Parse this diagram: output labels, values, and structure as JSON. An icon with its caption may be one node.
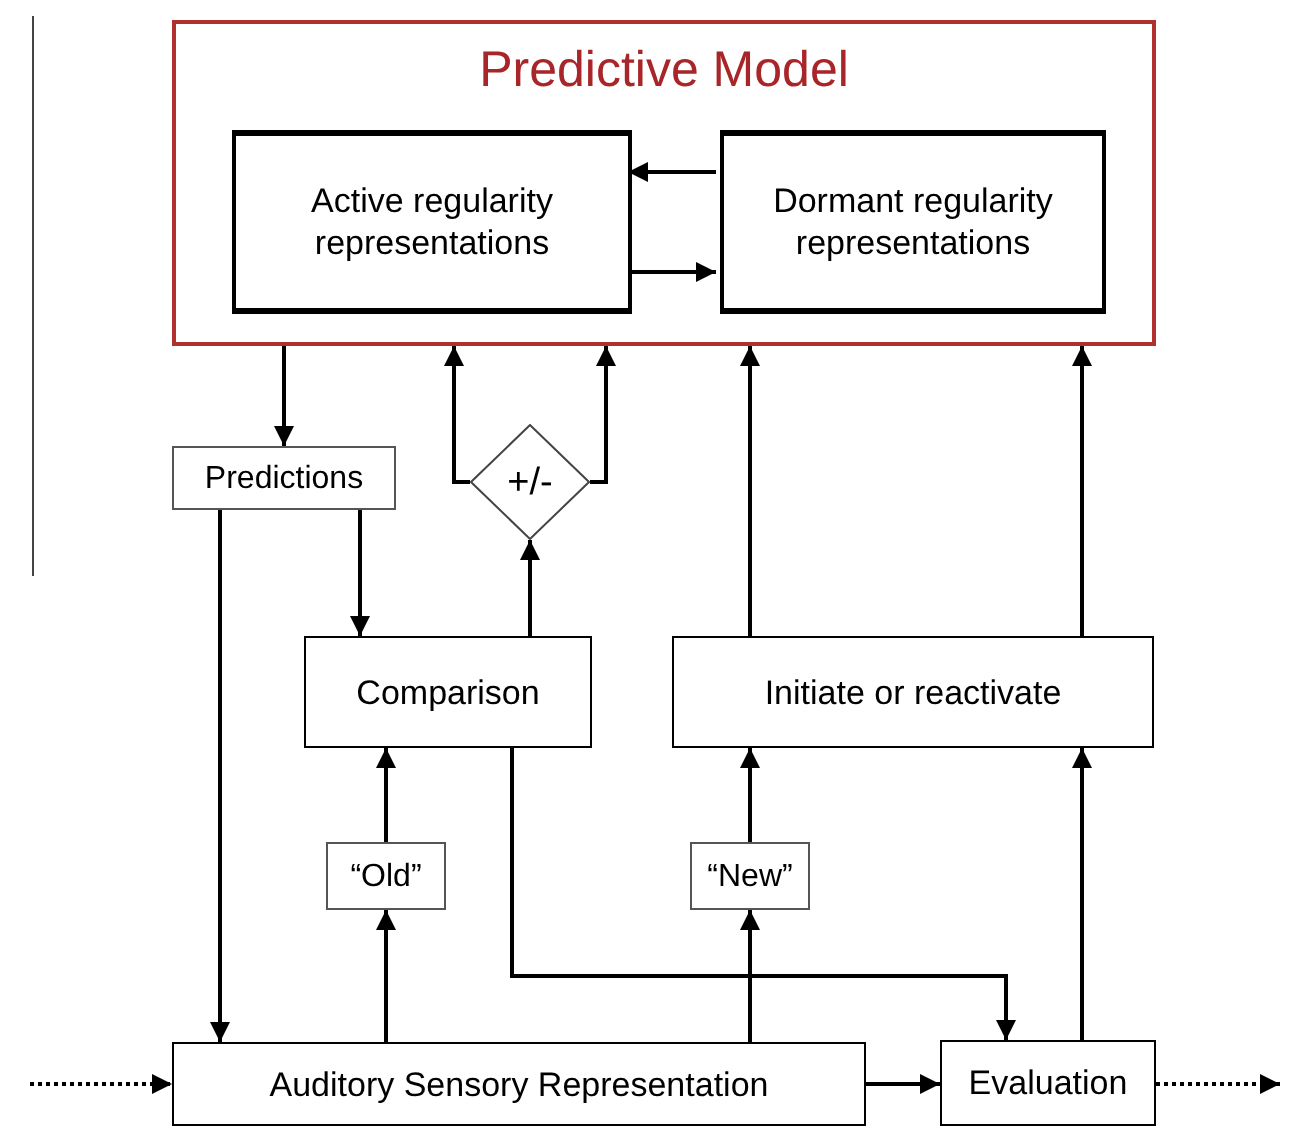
{
  "diagram": {
    "nodes": [
      {
        "text": [
          "Predictive Model"
        ]
      },
      {
        "text": [
          "Active regularity representations"
        ],
        "in": 0
      },
      {
        "text": [
          "Dormant regularity representations"
        ],
        "in": 0
      },
      {
        "text": [
          "Predictions"
        ]
      },
      {
        "text": [
          "+/-"
        ]
      },
      {
        "text": [
          "Comparison"
        ]
      },
      {
        "text": [
          "Initiate or reactivate"
        ]
      },
      {
        "text": [
          "“Old”"
        ]
      },
      {
        "text": [
          "“New”"
        ]
      },
      {
        "text": [
          "Auditory Sensory Representation"
        ]
      },
      {
        "text": [
          "Evaluation"
        ]
      }
    ],
    "edges": [
      {
        "from": 2,
        "to": 1,
        "arrow": "to"
      },
      {
        "from": 1,
        "to": 2,
        "arrow": "to"
      },
      {
        "from": 0,
        "to": 3,
        "arrow": "to"
      },
      {
        "from": 3,
        "to": 5,
        "arrow": "to"
      },
      {
        "from": 3,
        "to": 9,
        "arrow": "to"
      },
      {
        "from": 5,
        "to": 4,
        "arrow": "to"
      },
      {
        "from": 4,
        "to": 0,
        "arrow": "to"
      },
      {
        "from": 4,
        "to": 0,
        "arrow": "to"
      },
      {
        "from": 6,
        "to": 0,
        "arrow": "to"
      },
      {
        "from": 6,
        "to": 0,
        "arrow": "to"
      },
      {
        "from": 9,
        "to": 7,
        "arrow": "to"
      },
      {
        "from": 7,
        "to": 5,
        "arrow": "to"
      },
      {
        "from": 9,
        "to": 8,
        "arrow": "to"
      },
      {
        "from": 8,
        "to": 6,
        "arrow": "to"
      },
      {
        "from": 5,
        "to": 10,
        "arrow": "to"
      },
      {
        "from": 9,
        "to": 10,
        "arrow": "to"
      },
      {
        "from": null,
        "to": 9,
        "arrow": "to",
        "style": "dashed"
      },
      {
        "from": 10,
        "to": null,
        "arrow": "to",
        "style": "dashed"
      },
      {
        "from": 10,
        "to": 6,
        "arrow": "to"
      }
    ]
  }
}
